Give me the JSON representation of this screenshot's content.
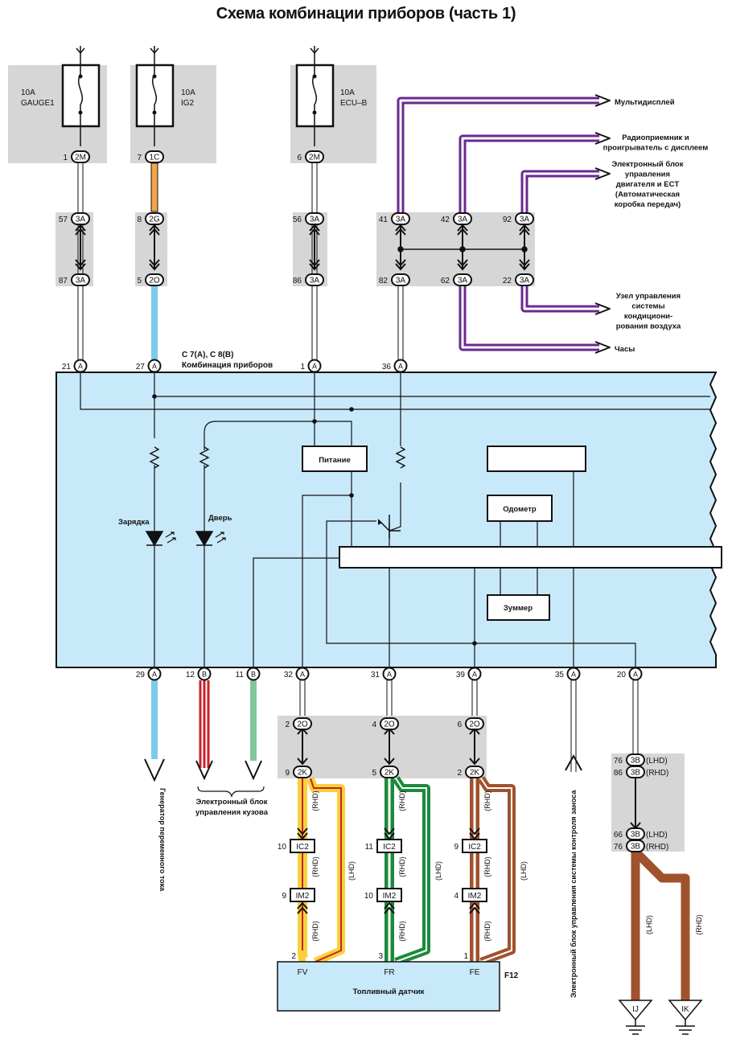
{
  "title": "Схема комбинации приборов (часть 1)",
  "fuses": [
    {
      "rating": "10A",
      "name": "GAUGE1",
      "pin": "1",
      "connector": "2M"
    },
    {
      "rating": "10A",
      "name": "IG2",
      "pin": "7",
      "connector": "1C"
    },
    {
      "rating": "10A",
      "name": "ECU–B",
      "pin": "6",
      "connector": "2M"
    }
  ],
  "junctions_top": [
    {
      "pin_top": "57",
      "conn_top": "3A",
      "pin_bot": "87",
      "conn_bot": "3A"
    },
    {
      "pin_top": "8",
      "conn_top": "2G",
      "pin_bot": "5",
      "conn_bot": "2O"
    },
    {
      "pin_top": "56",
      "conn_top": "3A",
      "pin_bot": "86",
      "conn_bot": "3A"
    },
    {
      "pin_top": "41",
      "conn_top": "3A",
      "pin_bot": "82",
      "conn_bot": "3A"
    },
    {
      "pin_top": "42",
      "conn_top": "3A",
      "pin_bot": "62",
      "conn_bot": "3A"
    },
    {
      "pin_top": "92",
      "conn_top": "3A",
      "pin_bot": "22",
      "conn_bot": "3A"
    }
  ],
  "destinations_right": [
    {
      "lines": [
        "Мультидисплей"
      ]
    },
    {
      "lines": [
        "Радиоприемник и",
        "проигрыватель с дисплеем"
      ]
    },
    {
      "lines": [
        "Электронный блок",
        "управления",
        "двигателя и ECT",
        "(Автоматическая",
        "коробка передач)"
      ]
    },
    {
      "lines": [
        "Узел управления",
        "системы",
        "кондициони-",
        "рования воздуха"
      ]
    },
    {
      "lines": [
        "Часы"
      ]
    }
  ],
  "cluster": {
    "ref": "C 7(A), C 8(B)",
    "name": "Комбинация приборов",
    "top_pins": [
      {
        "num": "21",
        "conn": "A"
      },
      {
        "num": "27",
        "conn": "A"
      },
      {
        "num": "1",
        "conn": "A"
      },
      {
        "num": "36",
        "conn": "A"
      }
    ],
    "bottom_pins": [
      {
        "num": "29",
        "conn": "A"
      },
      {
        "num": "12",
        "conn": "B"
      },
      {
        "num": "11",
        "conn": "B"
      },
      {
        "num": "32",
        "conn": "A"
      },
      {
        "num": "31",
        "conn": "A"
      },
      {
        "num": "39",
        "conn": "A"
      },
      {
        "num": "35",
        "conn": "A"
      },
      {
        "num": "20",
        "conn": "A"
      }
    ],
    "blocks": {
      "power": "Питание",
      "odometer": "Одометр",
      "buzzer": "Зуммер"
    },
    "leds": {
      "charge": "Зарядка",
      "door": "Дверь"
    }
  },
  "outputs_left": {
    "alternator": "Генератор переменного тока",
    "body_ecu": [
      "Электронный блок",
      "управления кузова"
    ],
    "skid_ecu": "Электронный блок управления системы контроля заноса"
  },
  "fuel_connectors": [
    {
      "pin_a": "2",
      "conn_a": "2O",
      "pin_b": "9",
      "conn_b": "2K",
      "pin_ic": "10",
      "pin_im": "9",
      "sensor_pin": "2",
      "terminal": "FV"
    },
    {
      "pin_a": "4",
      "conn_a": "2O",
      "pin_b": "5",
      "conn_b": "2K",
      "pin_ic": "11",
      "pin_im": "10",
      "sensor_pin": "3",
      "terminal": "FR"
    },
    {
      "pin_a": "6",
      "conn_a": "2O",
      "pin_b": "2",
      "conn_b": "2K",
      "pin_ic": "9",
      "pin_im": "4",
      "sensor_pin": "1",
      "terminal": "FE"
    }
  ],
  "conn_labels": {
    "ic": "IC2",
    "im": "IM2",
    "rhd": "(RHD)",
    "lhd": "(LHD)"
  },
  "fuel_sensor": {
    "name": "Топливный датчик",
    "ref": "F12"
  },
  "right_junction": [
    {
      "pin": "76",
      "conn": "3B",
      "note": "(LHD)"
    },
    {
      "pin": "86",
      "conn": "3B",
      "note": "(RHD)"
    },
    {
      "pin": "66",
      "conn": "3B",
      "note": "(LHD)"
    },
    {
      "pin": "76",
      "conn": "3B",
      "note": "(RHD)"
    }
  ],
  "grounds": [
    {
      "label": "IJ",
      "note": "(LHD)"
    },
    {
      "label": "IK",
      "note": "(RHD)"
    }
  ],
  "colors": {
    "cluster_fill": "#c8e9f9",
    "shade": "#d6d6d6",
    "purple": "#6a2a8c",
    "orange": "#f2a64a",
    "blue": "#7ccbeb",
    "red": "#c8202a",
    "green": "#82c69a",
    "brown": "#a0522d",
    "fuel_green": "#1c8a3c",
    "yellow": "#f7d13a"
  }
}
